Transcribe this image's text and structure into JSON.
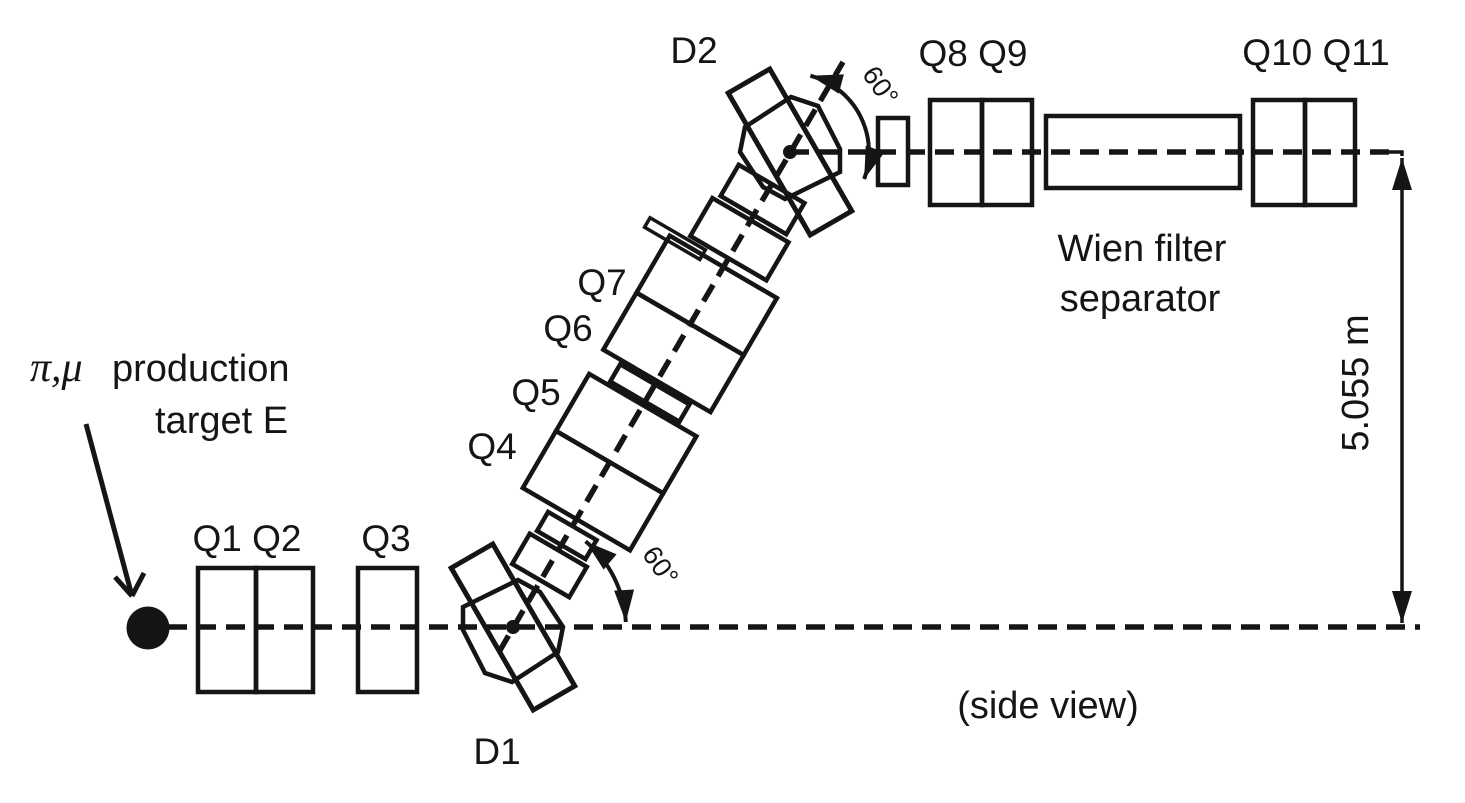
{
  "diagram": {
    "colors": {
      "ink": "#151515",
      "background": "#ffffff"
    },
    "target": {
      "symbol": "π,μ",
      "caption_line1": "production",
      "caption_line2": "target E"
    },
    "labels": {
      "q1q2": "Q1 Q2",
      "q3": "Q3",
      "q4": "Q4",
      "q5": "Q5",
      "q6": "Q6",
      "q7": "Q7",
      "q8q9": "Q8 Q9",
      "q10q11": "Q10 Q11",
      "d1": "D1",
      "d2": "D2"
    },
    "wien_filter": {
      "line1": "Wien filter",
      "line2": "separator"
    },
    "angles": {
      "bend1": "60°",
      "bend2": "60°"
    },
    "dimension_label": "5.055 m",
    "view_label": "(side view)"
  }
}
